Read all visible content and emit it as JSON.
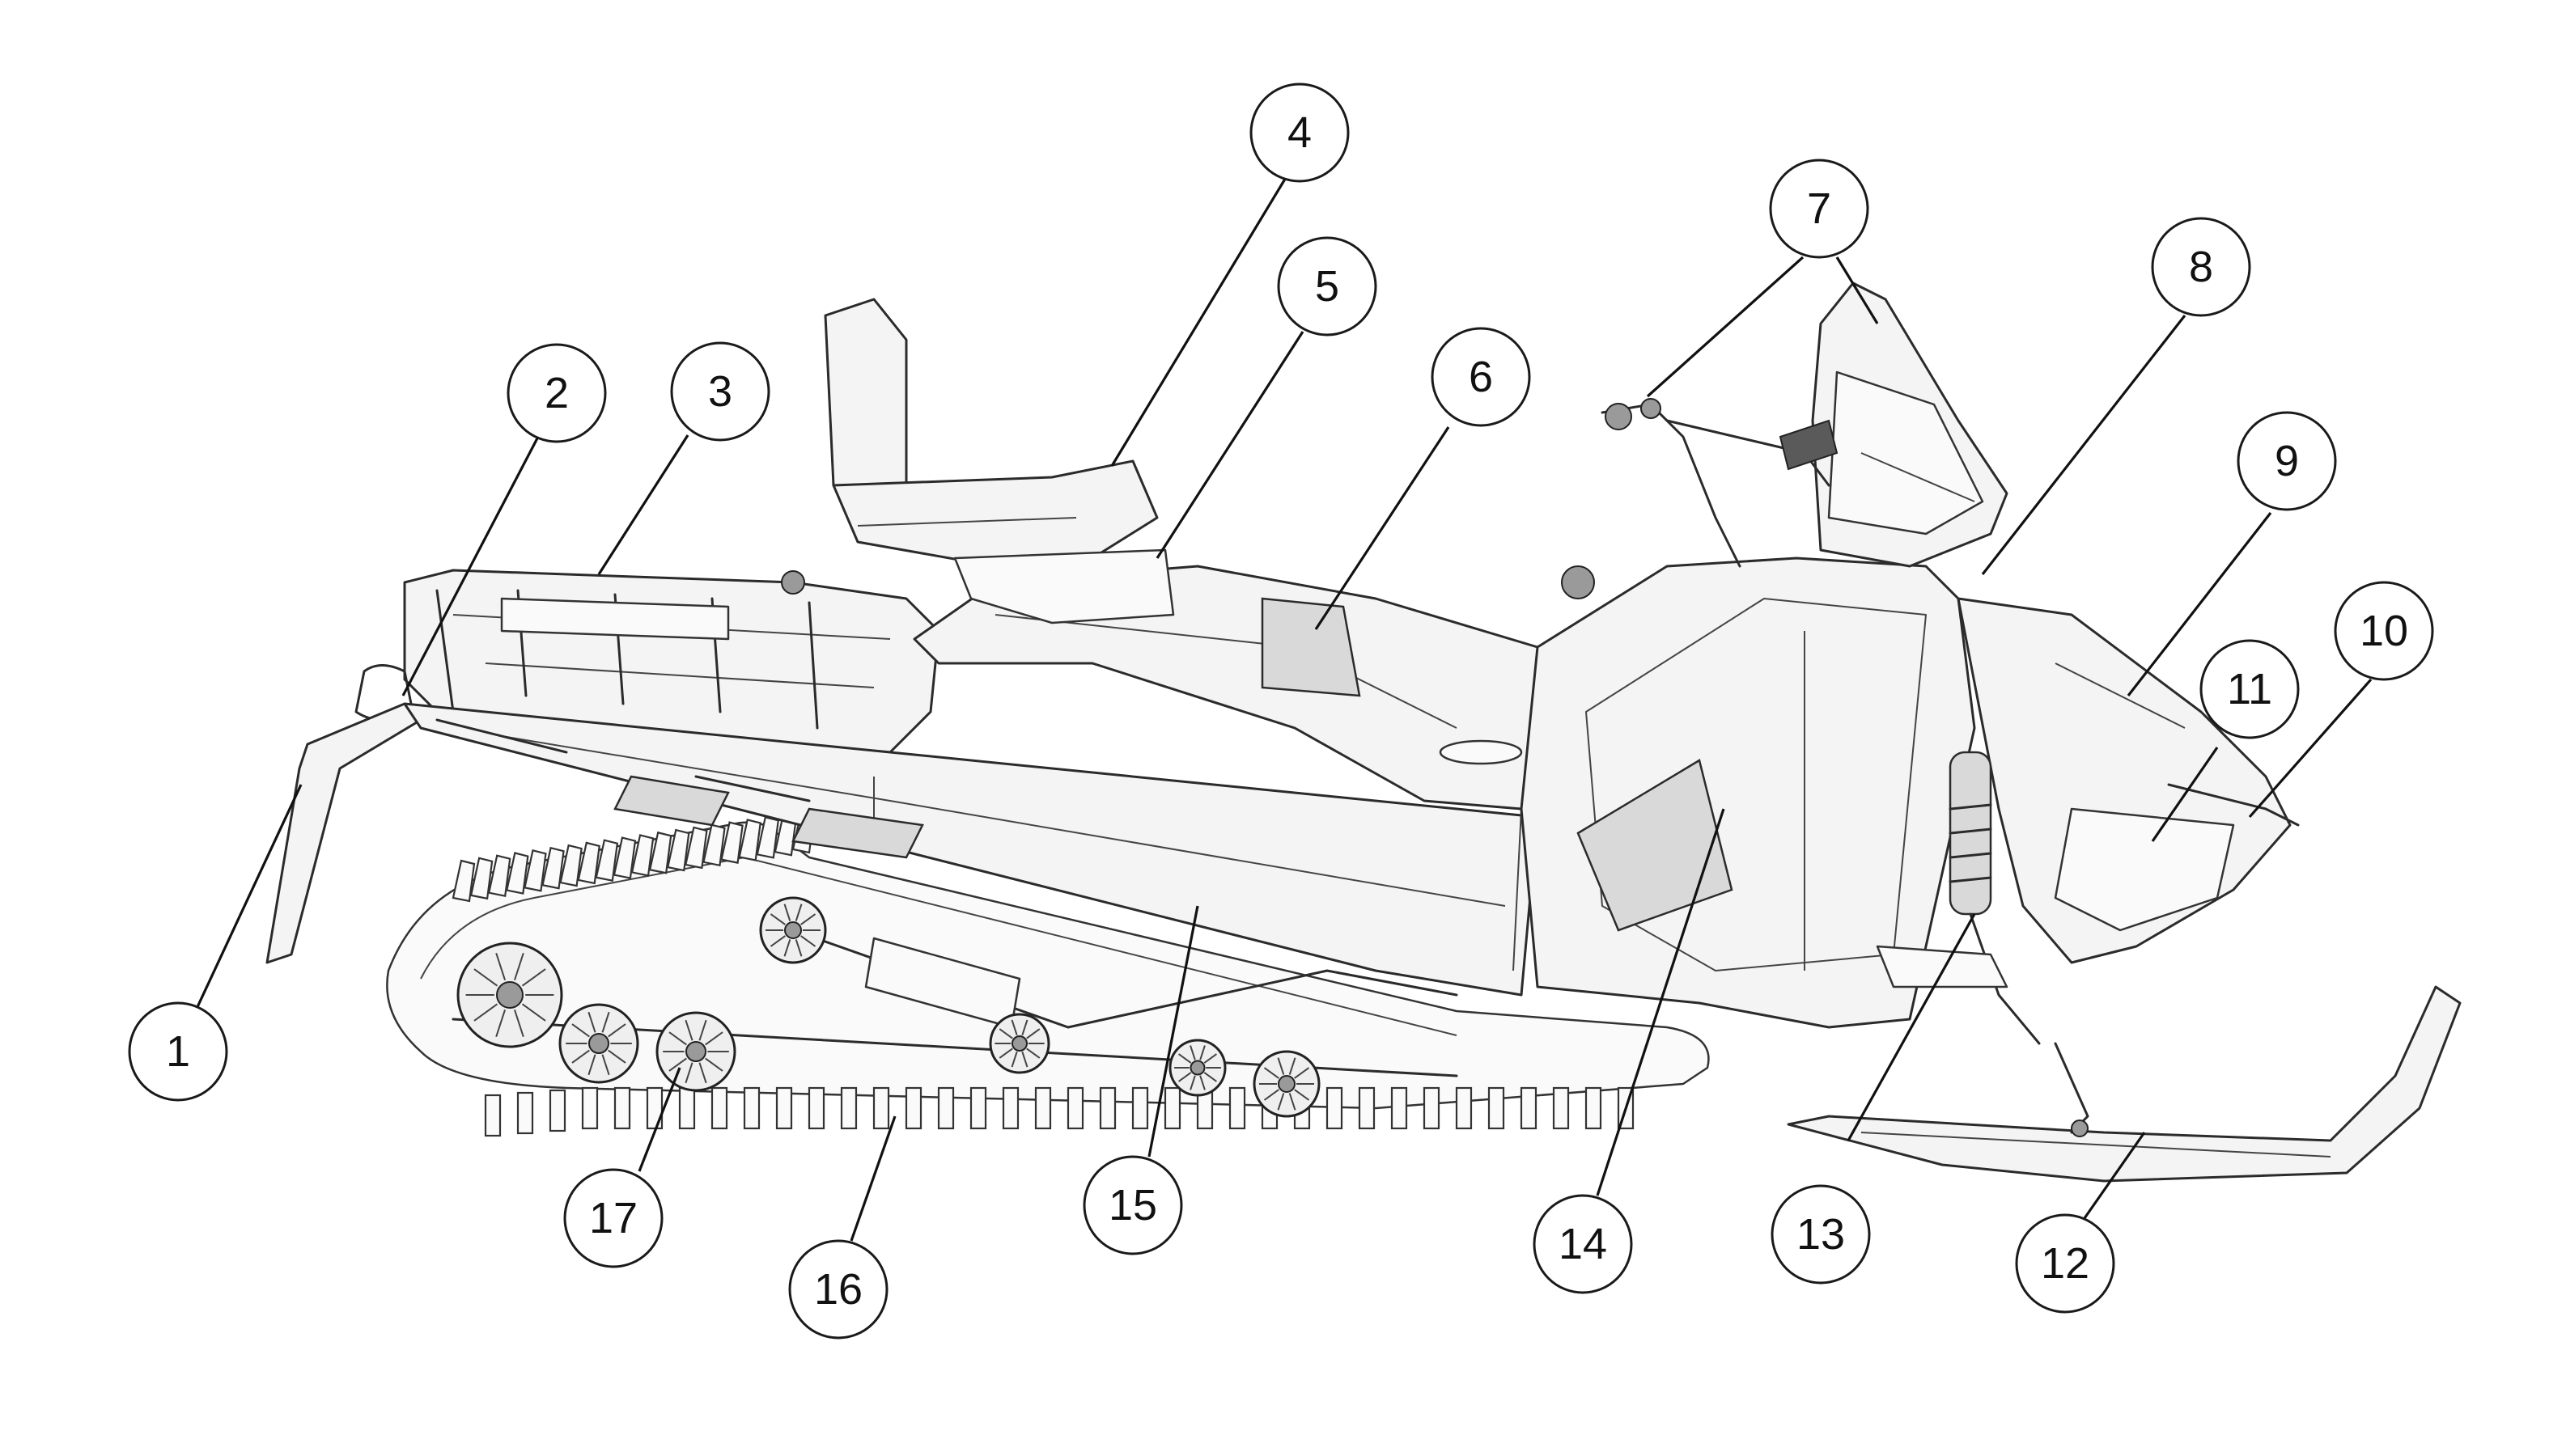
{
  "diagram": {
    "title": "Snowmobile parts identification",
    "callouts": [
      {
        "id": "1",
        "label": "1"
      },
      {
        "id": "2",
        "label": "2"
      },
      {
        "id": "3",
        "label": "3"
      },
      {
        "id": "4",
        "label": "4"
      },
      {
        "id": "5",
        "label": "5"
      },
      {
        "id": "6",
        "label": "6"
      },
      {
        "id": "7",
        "label": "7"
      },
      {
        "id": "8",
        "label": "8"
      },
      {
        "id": "9",
        "label": "9"
      },
      {
        "id": "10",
        "label": "10"
      },
      {
        "id": "11",
        "label": "11"
      },
      {
        "id": "12",
        "label": "12"
      },
      {
        "id": "13",
        "label": "13"
      },
      {
        "id": "14",
        "label": "14"
      },
      {
        "id": "15",
        "label": "15"
      },
      {
        "id": "16",
        "label": "16"
      },
      {
        "id": "17",
        "label": "17"
      }
    ]
  },
  "colors": {
    "ink": "#2b2b2b",
    "panel": "#f4f4f4",
    "background": "#ffffff"
  }
}
